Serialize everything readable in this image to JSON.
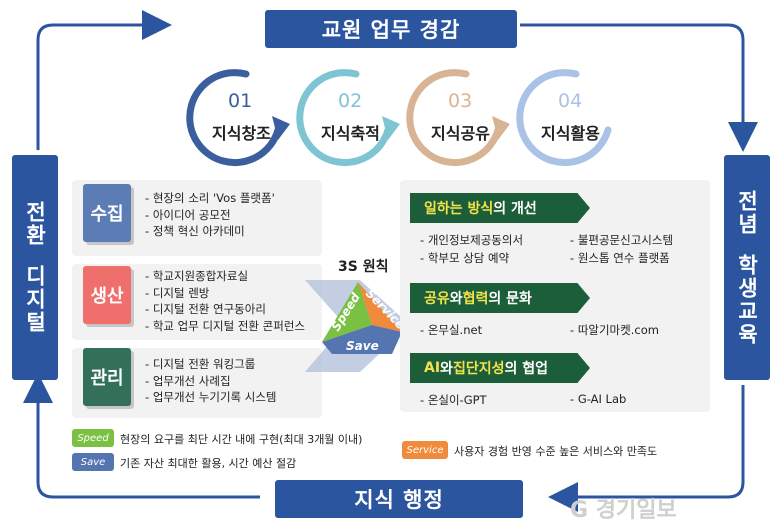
{
  "banners": {
    "top": "교원 업무 경감",
    "bottom": "지식 행정",
    "left": [
      "디지털",
      "전환"
    ],
    "right": [
      "학생교육",
      "전념"
    ]
  },
  "cycle": [
    {
      "num": "01",
      "label": "지식창조",
      "color": "#3b5f9e"
    },
    {
      "num": "02",
      "label": "지식축적",
      "color": "#7fc4d3"
    },
    {
      "num": "03",
      "label": "지식공유",
      "color": "#d9b494"
    },
    {
      "num": "04",
      "label": "지식활용",
      "color": "#a9c2e6"
    }
  ],
  "left_panels": [
    {
      "tag": "수집",
      "color": "#5b7cb5",
      "items": [
        "현장의 소리 'Vos 플랫폼'",
        "아이디어 공모전",
        "정책 혁신 아카데미"
      ]
    },
    {
      "tag": "생산",
      "color": "#ee6f6c",
      "items": [
        "학교지원종합자료실",
        "디지털 렌방",
        "디지털 전환 연구동아리",
        "학교 업무 디지털 전환 콘퍼런스"
      ]
    },
    {
      "tag": "관리",
      "color": "#33705a",
      "items": [
        "디지털 전환 워킹그룹",
        "업무개선 사례집",
        "업무개선 누기기록 시스템"
      ]
    }
  ],
  "principle": {
    "title": "3S 원칙",
    "speed": "Speed",
    "service": "Service",
    "save": "Save"
  },
  "right_sections": [
    {
      "pre_hl": "",
      "hl1": "일하는 방식",
      "mid": "의 개선",
      "hl2": "",
      "post": "",
      "items": [
        "개인정보제공동의서",
        "불편공문신고시스템",
        "학부모 상담 예약",
        "원스톱 연수 플랫폼"
      ]
    },
    {
      "pre_hl": "",
      "hl1": "공유",
      "mid": "와 ",
      "hl2": "협력",
      "post": "의 문화",
      "items": [
        "온무실.net",
        "따알기마켓.com"
      ]
    },
    {
      "pre_hl": "",
      "hl1": "AI",
      "mid": "와 ",
      "hl2": "집단지성",
      "post": "의 협업",
      "items": [
        "온실이-GPT",
        "G-AI Lab"
      ]
    }
  ],
  "legend": {
    "speed_chip": "Speed",
    "speed_text": "현장의 요구를 최단 시간 내에 구현(최대 3개월 이내)",
    "save_chip": "Save",
    "save_text": "기존 자산 최대한 활용, 시간 예산 절감",
    "service_chip": "Service",
    "service_text": "사용자 경험 반영 수준 높은 서비스와 만족도"
  },
  "watermark": "G 경기일보",
  "colors": {
    "frame": "#2c55a0",
    "panel": "#f2f2f2",
    "speed": "#7ac143",
    "service": "#f08a3c",
    "save": "#5575b0",
    "section_head": "#1d5e3a"
  }
}
